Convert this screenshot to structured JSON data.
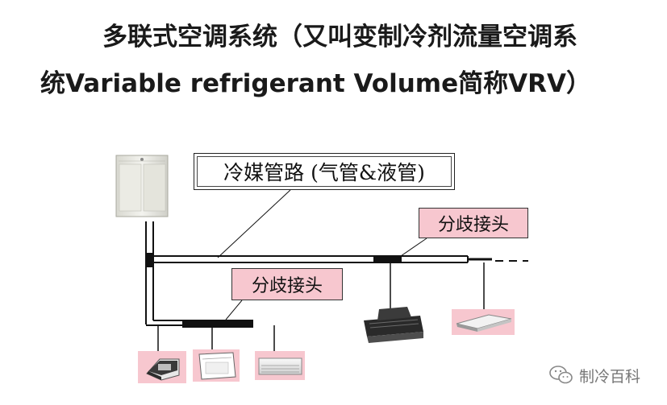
{
  "title": {
    "line1": "多联式空调系统（又叫变制冷剂流量空调系",
    "line2": "统Variable refrigerant Volume简称VRV）"
  },
  "diagram": {
    "pipe_label": "冷媒管路 (气管&液管)",
    "branch_label_upper": "分歧接头",
    "branch_label_lower": "分歧接头",
    "highlight_color": "#f7c7cf"
  },
  "icons": [
    "outdoor-unit-icon",
    "cassette-unit-icon",
    "floor-standing-unit-icon",
    "wall-mounted-unit-icon",
    "ducted-unit-icon",
    "ceiling-suspended-unit-icon",
    "wechat-icon"
  ],
  "watermark": {
    "text": "制冷百科"
  }
}
